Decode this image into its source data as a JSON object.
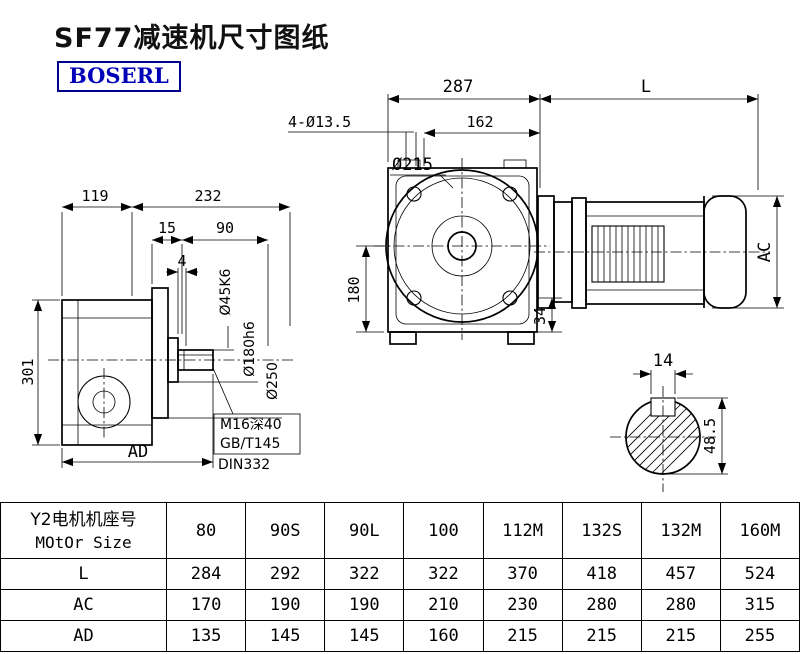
{
  "header": {
    "title": "SF77减速机尺寸图纸",
    "logo": "BOSERL"
  },
  "dims": {
    "w287": "287",
    "L": "L",
    "holes": "4-Ø13.5",
    "w162": "162",
    "d215": "Ø215",
    "w119": "119",
    "w232": "232",
    "w15": "15",
    "w90": "90",
    "w4": "4",
    "d45": "Ø45K6",
    "d180": "Ø180h6",
    "d250": "Ø250",
    "h180": "180",
    "h301": "301",
    "h34": "34",
    "ac": "AC",
    "ad": "AD",
    "note1": "M16深40",
    "note2": "GB/T145",
    "note3": "DIN332",
    "key_w": "14",
    "key_h": "48.5"
  },
  "table": {
    "label_cn": "Y2电机机座号",
    "label_en": "MOtOr Size",
    "sizes": [
      "80",
      "90S",
      "90L",
      "100",
      "112M",
      "132S",
      "132M",
      "160M"
    ],
    "rows": [
      {
        "label": "L",
        "values": [
          "284",
          "292",
          "322",
          "322",
          "370",
          "418",
          "457",
          "524"
        ]
      },
      {
        "label": "AC",
        "values": [
          "170",
          "190",
          "190",
          "210",
          "230",
          "280",
          "280",
          "315"
        ]
      },
      {
        "label": "AD",
        "values": [
          "135",
          "145",
          "145",
          "160",
          "215",
          "215",
          "215",
          "255"
        ]
      }
    ]
  }
}
